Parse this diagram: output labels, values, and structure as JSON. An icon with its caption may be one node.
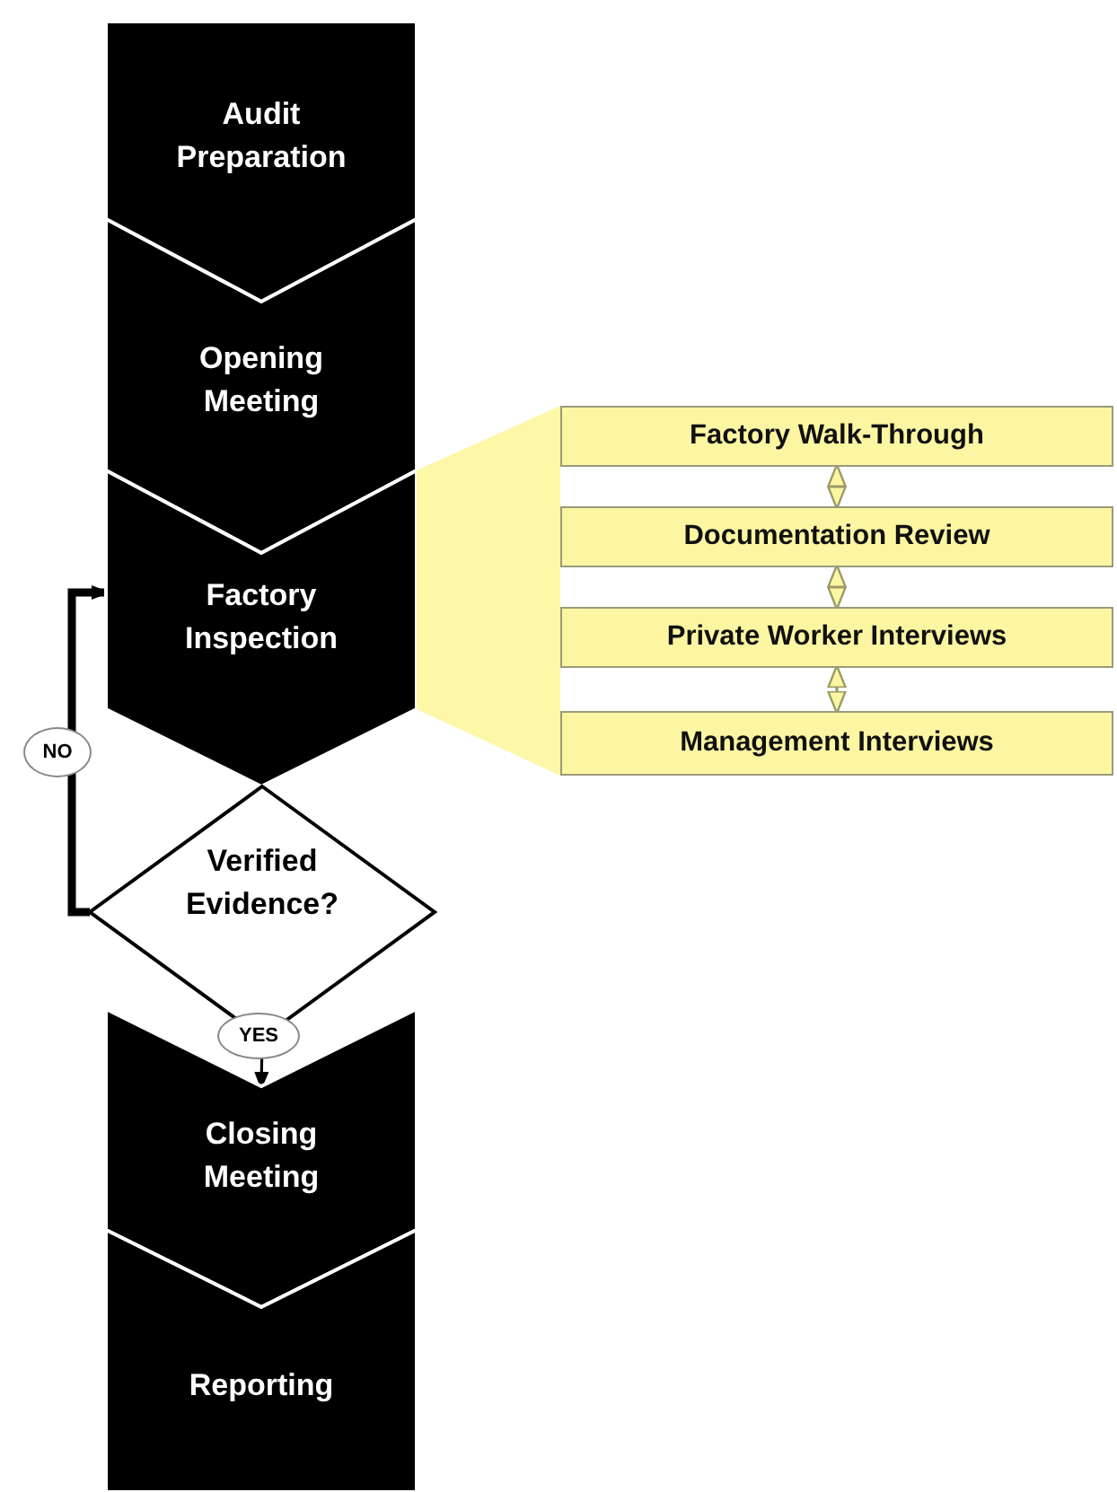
{
  "diagram": {
    "nodes": [
      {
        "text": [
          "Audit Preparation"
        ]
      },
      {
        "text": [
          "Opening Meeting"
        ]
      },
      {
        "text": [
          "Factory Inspection"
        ]
      },
      {
        "text": [
          "Verified Evidence?"
        ]
      },
      {
        "text": [
          "Closing Meeting"
        ]
      },
      {
        "text": [
          "Reporting"
        ]
      },
      {
        "text": [
          "Factory Walk-Through"
        ]
      },
      {
        "text": [
          "Documentation Review"
        ]
      },
      {
        "text": [
          "Private Worker Interviews"
        ]
      },
      {
        "text": [
          "Management Interviews"
        ]
      },
      {
        "text": [],
        "shape": "band"
      }
    ],
    "edges": [
      {
        "from": 3,
        "to": 2,
        "arrow": "to",
        "label": "NO",
        "style": "thick",
        "color": "#000000"
      },
      {
        "from": 3,
        "to": 4,
        "arrow": "to",
        "label": "YES",
        "color": "#000000"
      },
      {
        "from": 6,
        "to": 7,
        "arrow": "both"
      },
      {
        "from": 7,
        "to": 8,
        "arrow": "both"
      },
      {
        "from": 8,
        "to": 9,
        "arrow": "both"
      }
    ]
  }
}
